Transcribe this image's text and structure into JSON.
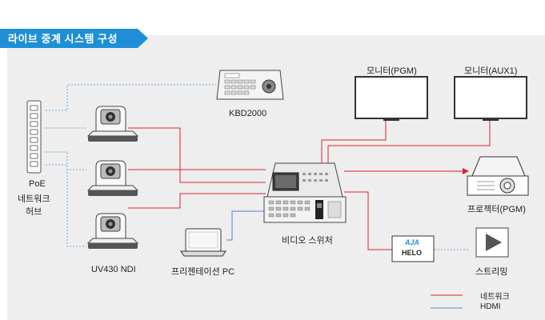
{
  "header": {
    "title": "라이브 중계 시스템 구성"
  },
  "nodes": {
    "keyboard": "KBD2000",
    "monitor_pgm": "모니터(PGM)",
    "monitor_aux": "모니터(AUX1)",
    "poe_hub": [
      "PoE",
      "네트워크",
      "허브"
    ],
    "camera": "UV430 NDI",
    "switcher": "비디오 스위처",
    "projector": "프로젝터(PGM)",
    "pc": "프리젠테이션 PC",
    "helo": "HELO",
    "helo_brand": "AJA",
    "streaming": "스트리밍"
  },
  "legend": {
    "network": "네트워크",
    "hdmi": "HDMI"
  },
  "colors": {
    "accent": "#1e8fd6",
    "network_line": "#d9232d",
    "hdmi_line": "#5b7fd6",
    "dotted_line": "#6aa9e0"
  }
}
